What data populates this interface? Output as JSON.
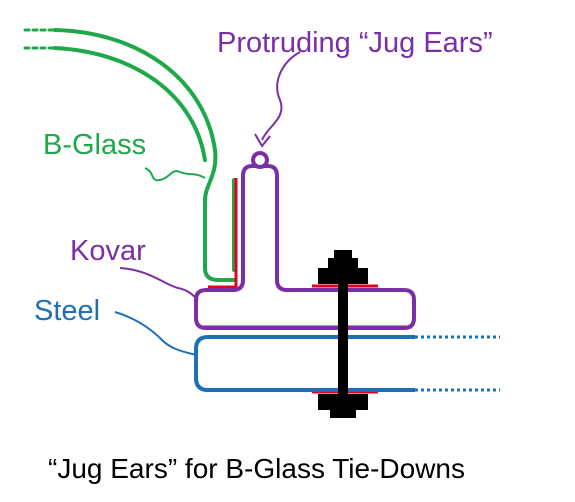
{
  "labels": {
    "jug_ears": "Protruding “Jug Ears”",
    "b_glass": "B-Glass",
    "kovar": "Kovar",
    "steel": "Steel"
  },
  "caption": "“Jug Ears” for B-Glass Tie-Downs",
  "colors": {
    "jug_ears": "#7b2fa6",
    "b_glass": "#1fa84a",
    "kovar": "#7b2fa6",
    "steel": "#1f6fb8",
    "seal": "#e3001b",
    "bolt": "#000000",
    "caption": "#000000"
  }
}
